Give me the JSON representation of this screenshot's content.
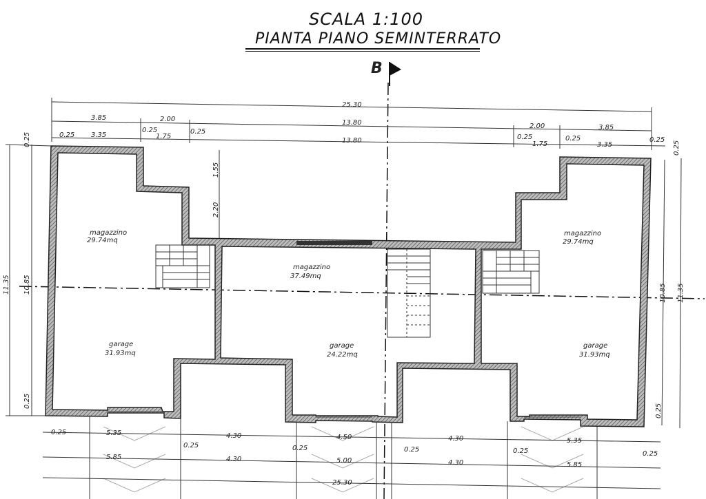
{
  "header": {
    "scale": "SCALA 1:100",
    "plan_title": "PIANTA PIANO SEMINTERRATO",
    "section_marker": "B"
  },
  "rooms": [
    {
      "name": "magazzino",
      "area": "29.74mq"
    },
    {
      "name": "magazzino",
      "area": "37.49mq"
    },
    {
      "name": "magazzino",
      "area": "29.74mq"
    },
    {
      "name": "garage",
      "area": "31.93mq"
    },
    {
      "name": "garage",
      "area": "24.22mq"
    },
    {
      "name": "garage",
      "area": "31.93mq"
    }
  ],
  "dimensions": {
    "top_overall": "25.30",
    "top_row2": [
      "3.85",
      "2.00",
      "13.80",
      "2.00",
      "3.85"
    ],
    "top_row3": [
      "0.25",
      "3.35",
      "0.25",
      "1.75",
      "0.25",
      "13.80",
      "0.25",
      "1.75",
      "0.25",
      "3.35",
      "0.25"
    ],
    "inner_vertical": [
      "1.55",
      "2.20"
    ],
    "left_vertical": [
      "0.25",
      "11.35",
      "10.85",
      "0.25"
    ],
    "right_vertical": [
      "0.25",
      "10.85",
      "11.35",
      "0.25"
    ],
    "bottom_row1": [
      "0.25",
      "5.35",
      "0.25",
      "4.30",
      "0.25",
      "4.50",
      "0.25",
      "4.30",
      "0.25",
      "5.35",
      "0.25"
    ],
    "bottom_row2": [
      "5.85",
      "4.30",
      "5.00",
      "4.30",
      "5.85"
    ],
    "bottom_overall": "25.30"
  }
}
